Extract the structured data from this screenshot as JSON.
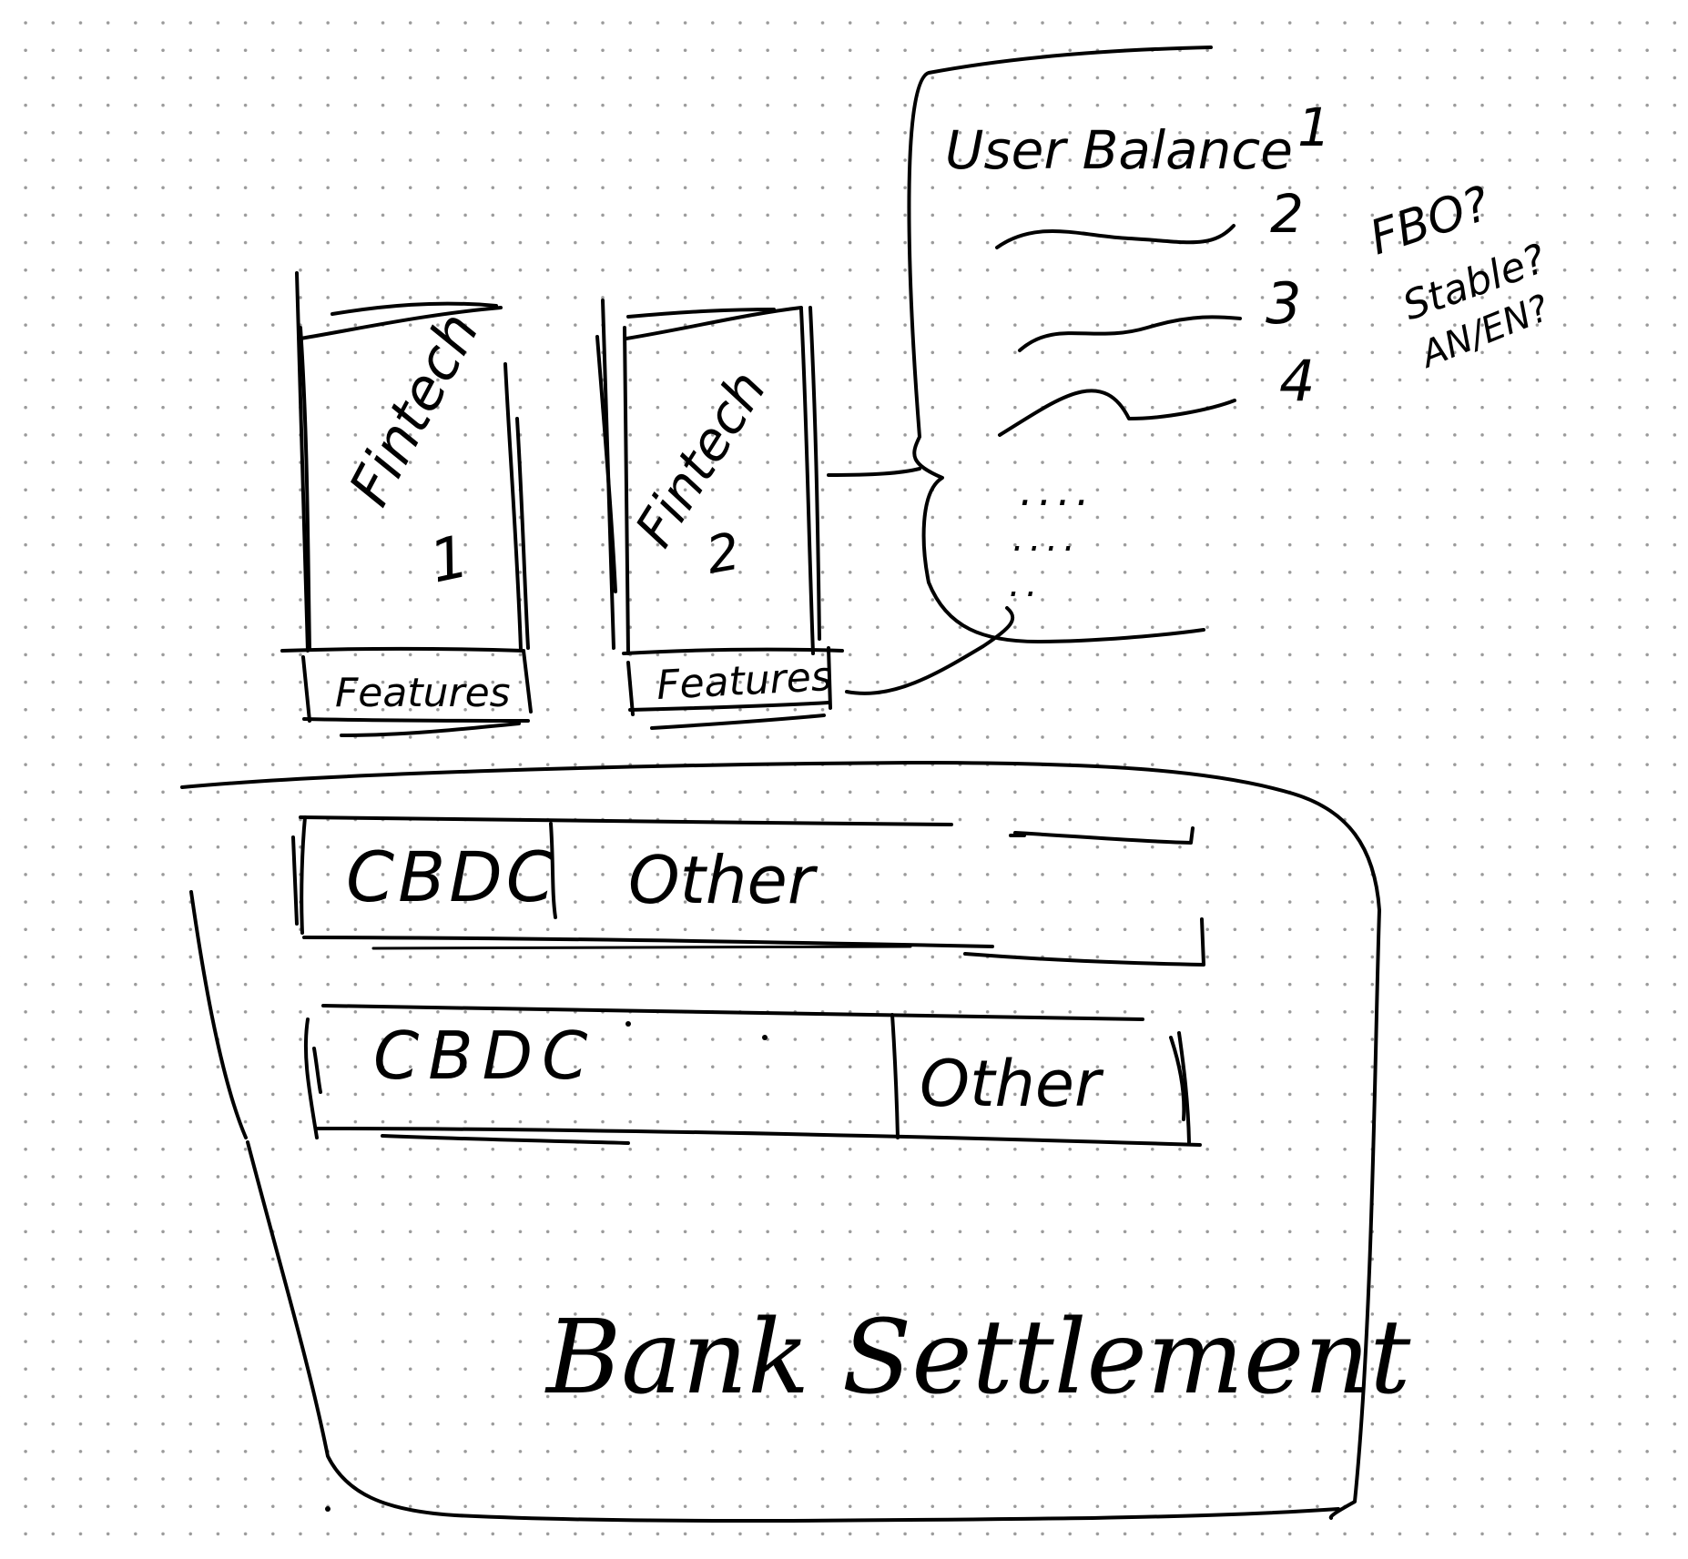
{
  "fintechs": [
    {
      "name": "Fintech",
      "number": "1",
      "features_label": "Features"
    },
    {
      "name": "Fintech",
      "number": "2",
      "features_label": "Features"
    }
  ],
  "user_balances": {
    "title": "User Balance",
    "rows": [
      "1",
      "2",
      "3",
      "4"
    ],
    "ellipsis": [
      "....",
      "....",
      ".."
    ]
  },
  "questions": [
    "FBO?",
    "Stable?",
    "AN/EN?"
  ],
  "bank": {
    "label": "Bank Settlement",
    "row1": {
      "cbdc": "CBDC",
      "other": "Other"
    },
    "row2": {
      "cbdc": "CBDC",
      "other": "Other"
    }
  }
}
